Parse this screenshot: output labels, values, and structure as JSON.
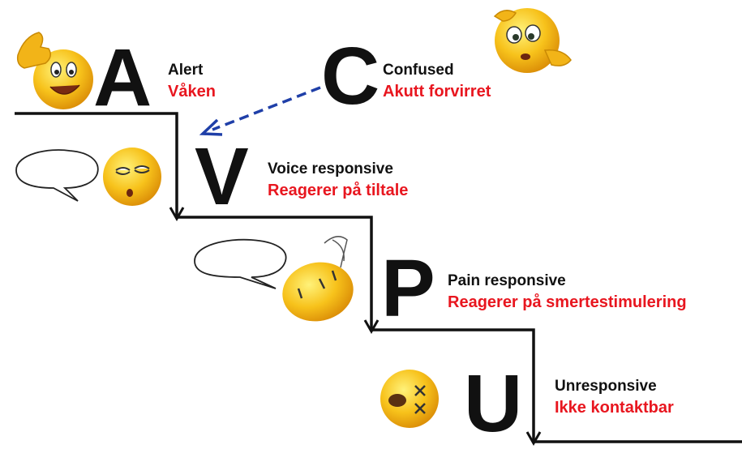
{
  "colors": {
    "line": "#111111",
    "english_text": "#111111",
    "norwegian_text": "#e8161f",
    "arrow": "#1f3fa8",
    "emoji_face": "#f7c21b"
  },
  "icons": [
    "thumbs-up-emoji",
    "confused-emoji",
    "sleepy-emoji",
    "pinched-emoji",
    "unconscious-emoji",
    "speech-bubble"
  ],
  "levels": [
    {
      "letter": "A",
      "english": "Alert",
      "norwegian": "Våken"
    },
    {
      "letter": "V",
      "english": "Voice responsive",
      "norwegian": "Reagerer på tiltale"
    },
    {
      "letter": "P",
      "english": "Pain responsive",
      "norwegian": "Reagerer på smertestimulering"
    },
    {
      "letter": "U",
      "english": "Unresponsive",
      "norwegian": "Ikke kontaktbar"
    }
  ],
  "confused": {
    "letter": "C",
    "english": "Confused",
    "norwegian": "Akutt forvirret"
  }
}
